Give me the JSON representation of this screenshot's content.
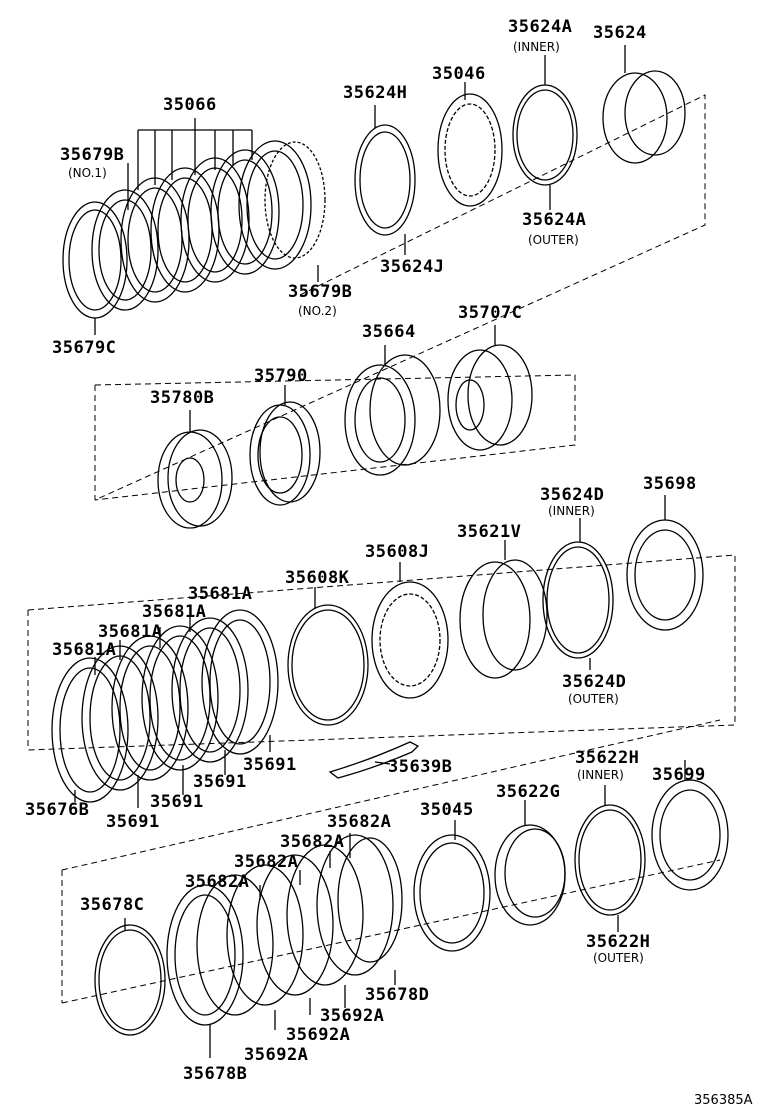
{
  "diagram_id": "356385A",
  "labels": [
    {
      "text": "35624A"
    },
    {
      "text": "35624"
    },
    {
      "text": "35046"
    },
    {
      "text": "35624H"
    },
    {
      "text": "35066"
    },
    {
      "text": "35679B"
    },
    {
      "text": "35624A"
    },
    {
      "text": "35624J"
    },
    {
      "text": "35679B"
    },
    {
      "text": "35679C"
    },
    {
      "text": "35664"
    },
    {
      "text": "35707C"
    },
    {
      "text": "35790"
    },
    {
      "text": "35780B"
    },
    {
      "text": "35624D"
    },
    {
      "text": "35698"
    },
    {
      "text": "35621V"
    },
    {
      "text": "35608J"
    },
    {
      "text": "35681A"
    },
    {
      "text": "35608K"
    },
    {
      "text": "35681A"
    },
    {
      "text": "35681A"
    },
    {
      "text": "35681A"
    },
    {
      "text": "35624D"
    },
    {
      "text": "35691"
    },
    {
      "text": "35691"
    },
    {
      "text": "35639B"
    },
    {
      "text": "35676B"
    },
    {
      "text": "35691"
    },
    {
      "text": "35691"
    },
    {
      "text": "35622H"
    },
    {
      "text": "35699"
    },
    {
      "text": "35045"
    },
    {
      "text": "35622G"
    },
    {
      "text": "35682A"
    },
    {
      "text": "35682A"
    },
    {
      "text": "35682A"
    },
    {
      "text": "35682A"
    },
    {
      "text": "35678C"
    },
    {
      "text": "35622H"
    },
    {
      "text": "35678D"
    },
    {
      "text": "35692A"
    },
    {
      "text": "35692A"
    },
    {
      "text": "35692A"
    },
    {
      "text": "35678B"
    }
  ],
  "sublabels": [
    {
      "text": "(INNER)"
    },
    {
      "text": "(NO.1)"
    },
    {
      "text": "(OUTER)"
    },
    {
      "text": "(NO.2)"
    },
    {
      "text": "(INNER)"
    },
    {
      "text": "(OUTER)"
    },
    {
      "text": "(INNER)"
    },
    {
      "text": "(OUTER)"
    }
  ]
}
